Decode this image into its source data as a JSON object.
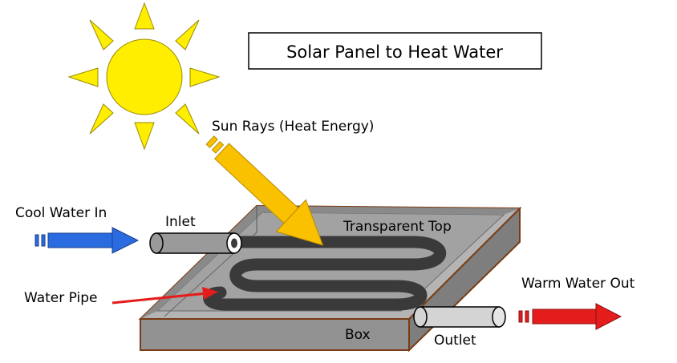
{
  "title": "Solar Panel to Heat Water",
  "labels": {
    "sun_rays": "Sun Rays (Heat Energy)",
    "cool_water_in": "Cool Water In",
    "inlet": "Inlet",
    "transparent_top": "Transparent Top",
    "water_pipe": "Water Pipe",
    "box": "Box",
    "outlet": "Outlet",
    "warm_water_out": "Warm Water Out"
  },
  "colors": {
    "sun": "#ffee00",
    "sun_outline": "#9a8a00",
    "ray_arrow": "#f9c100",
    "cool_arrow": "#2a6be0",
    "warm_arrow": "#e51c1c",
    "pointer": "#e51c1c",
    "box_top": "#a8a8a8",
    "box_front": "#929292",
    "box_side": "#7e7e7e",
    "box_edge": "#7a3b12",
    "pipe": "#3a3a3a"
  }
}
